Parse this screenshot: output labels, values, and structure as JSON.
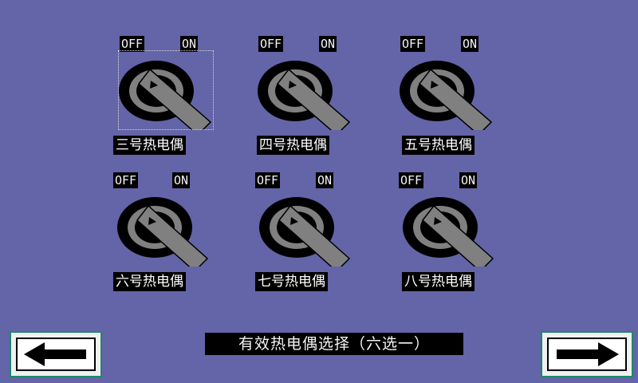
{
  "selectors": [
    {
      "off_label": "OFF",
      "on_label": "ON",
      "name": "三号热电偶"
    },
    {
      "off_label": "OFF",
      "on_label": "ON",
      "name": "四号热电偶"
    },
    {
      "off_label": "OFF",
      "on_label": "ON",
      "name": "五号热电偶"
    },
    {
      "off_label": "OFF",
      "on_label": "ON",
      "name": "六号热电偶"
    },
    {
      "off_label": "OFF",
      "on_label": "ON",
      "name": "七号热电偶"
    },
    {
      "off_label": "OFF",
      "on_label": "ON",
      "name": "八号热电偶"
    }
  ],
  "title": "有效热电偶选择（六选一）",
  "nav": {
    "prev_icon": "arrow-left-icon",
    "next_icon": "arrow-right-icon"
  },
  "colors": {
    "background": "#6464a8",
    "knob_ring": "#808080",
    "knob_center": "#000000",
    "handle": "#808080"
  }
}
